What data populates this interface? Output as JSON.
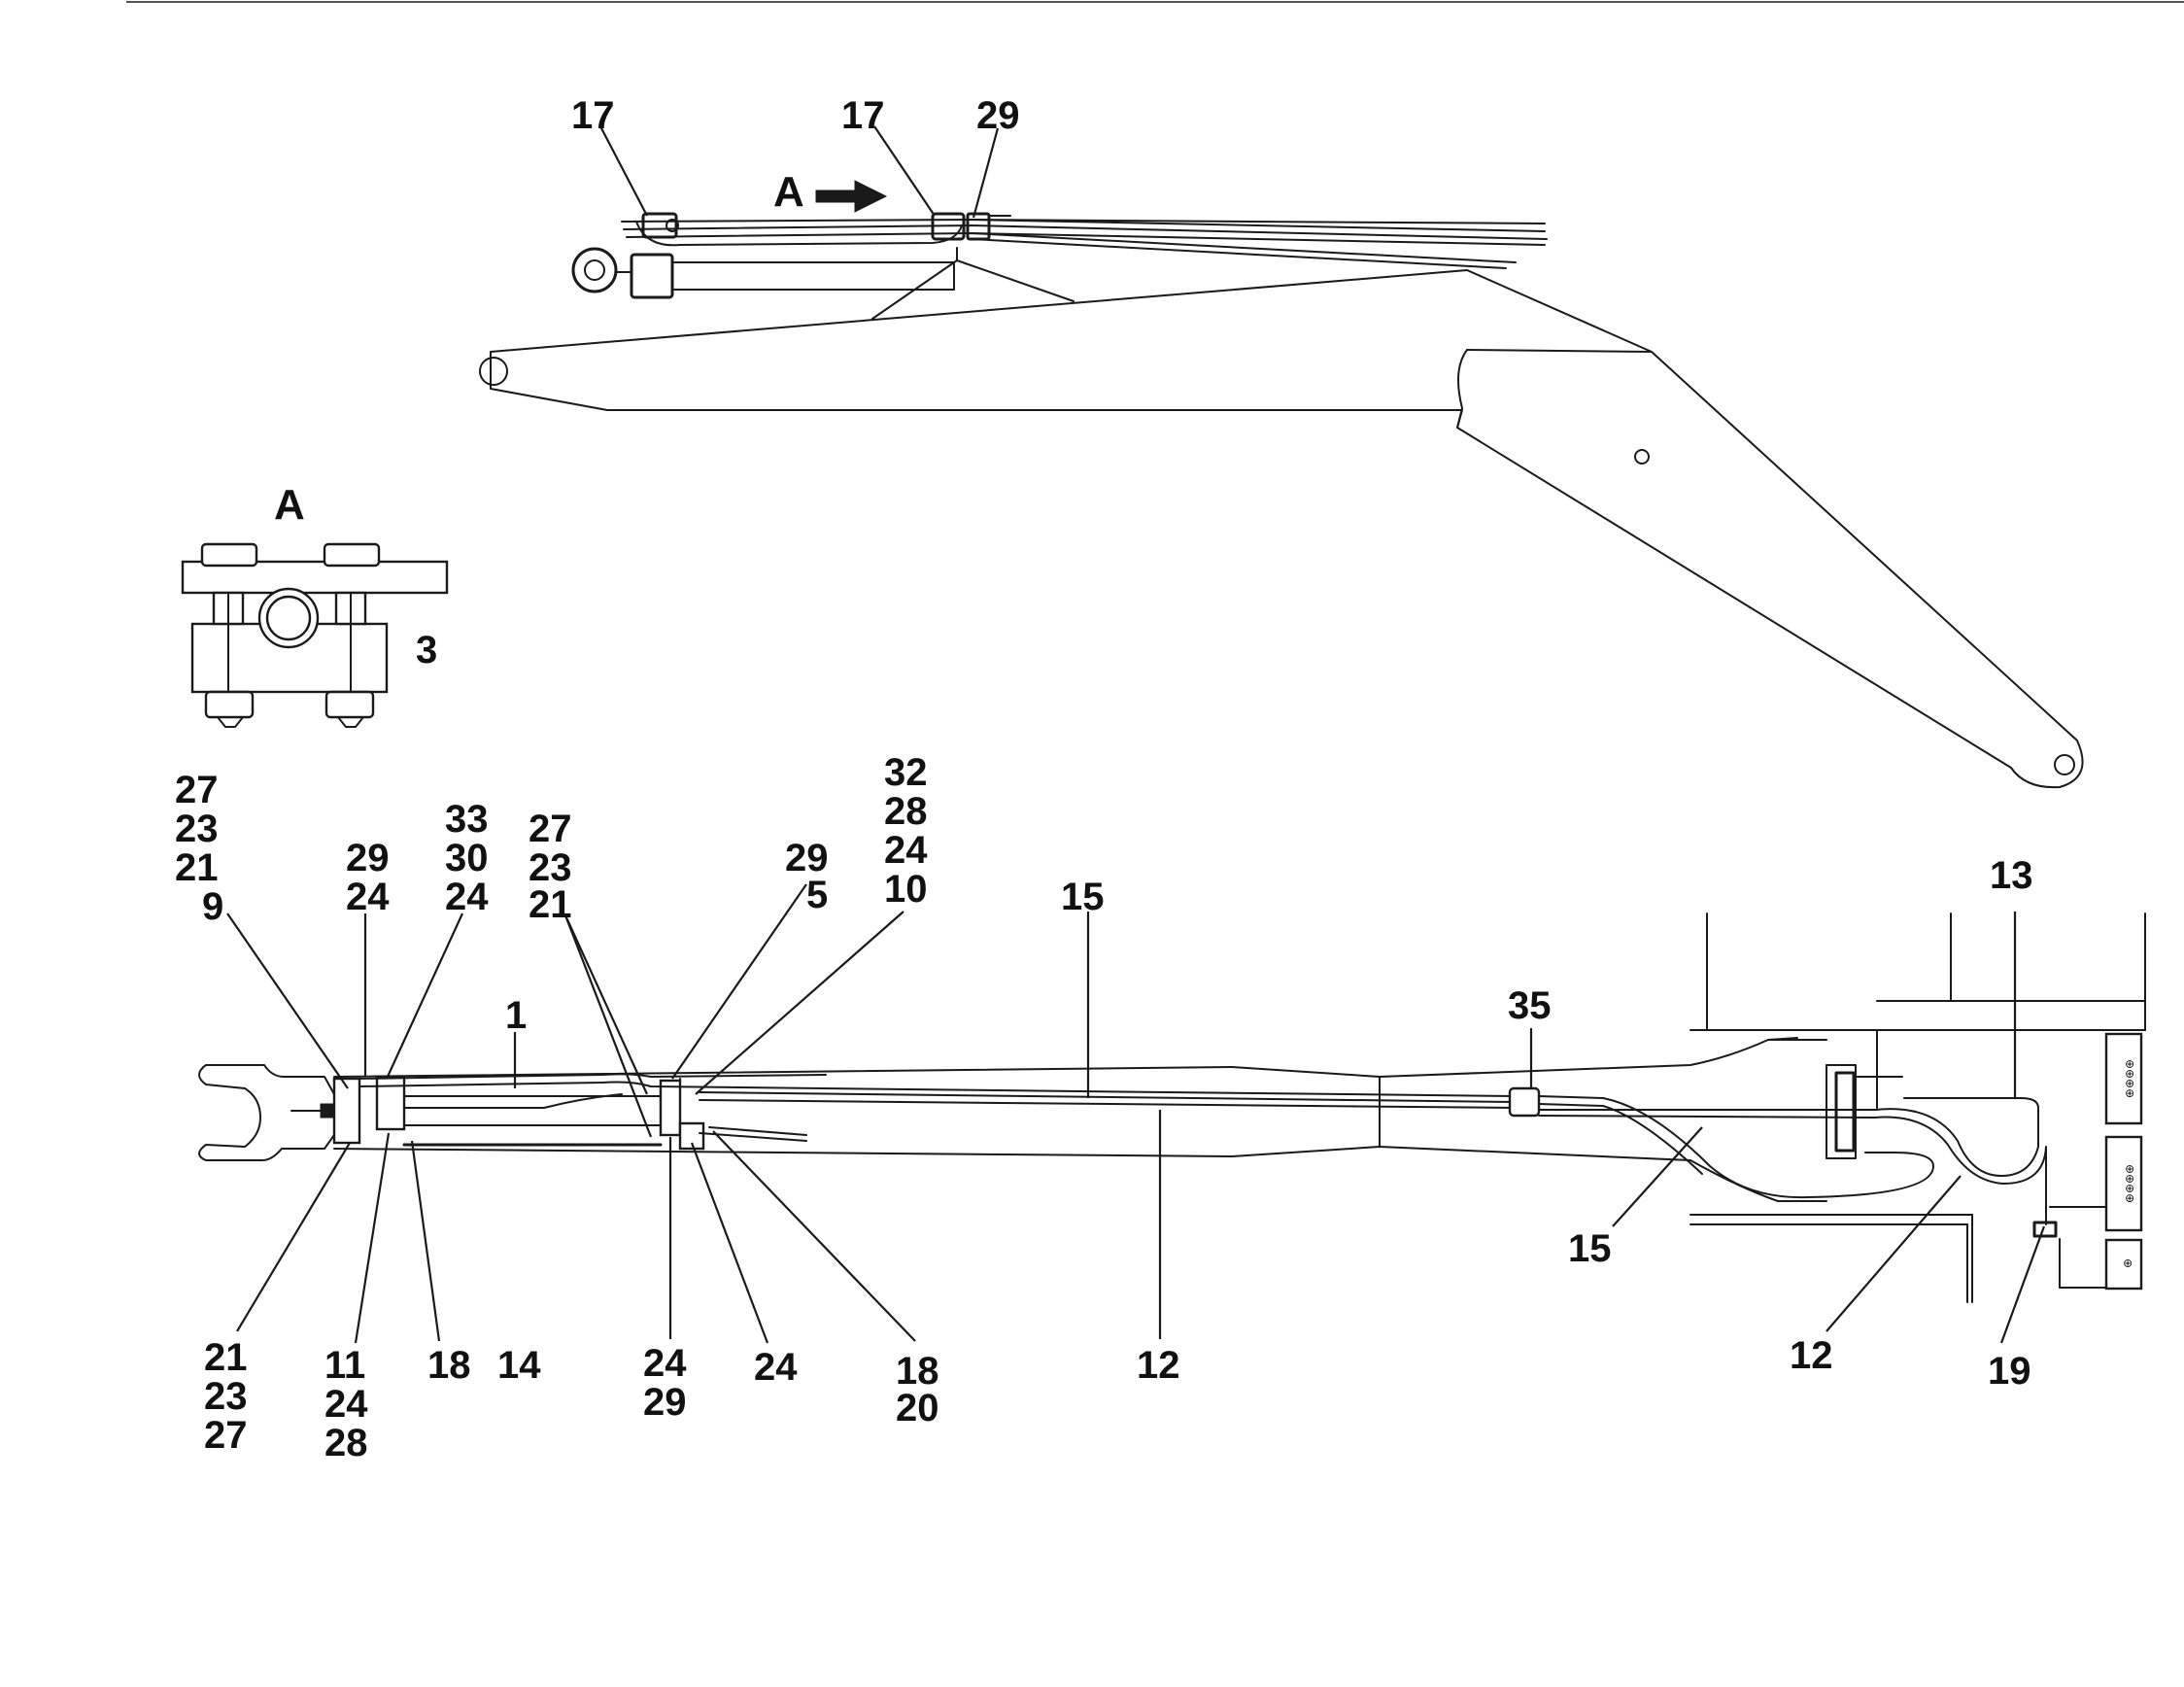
{
  "view_arrow_label": "A",
  "detail_view_title": "A",
  "detail_part": "3",
  "top_callouts": [
    "17",
    "17",
    "29"
  ],
  "callouts": [
    "27",
    "23",
    "21",
    "9",
    "29",
    "24",
    "33",
    "30",
    "24",
    "27",
    "23",
    "21",
    "29",
    "5",
    "32",
    "28",
    "24",
    "10",
    "15",
    "1",
    "35",
    "13",
    "21",
    "23",
    "27",
    "11",
    "24",
    "28",
    "18",
    "14",
    "24",
    "29",
    "24",
    "18",
    "20",
    "12",
    "15",
    "12",
    "19"
  ]
}
